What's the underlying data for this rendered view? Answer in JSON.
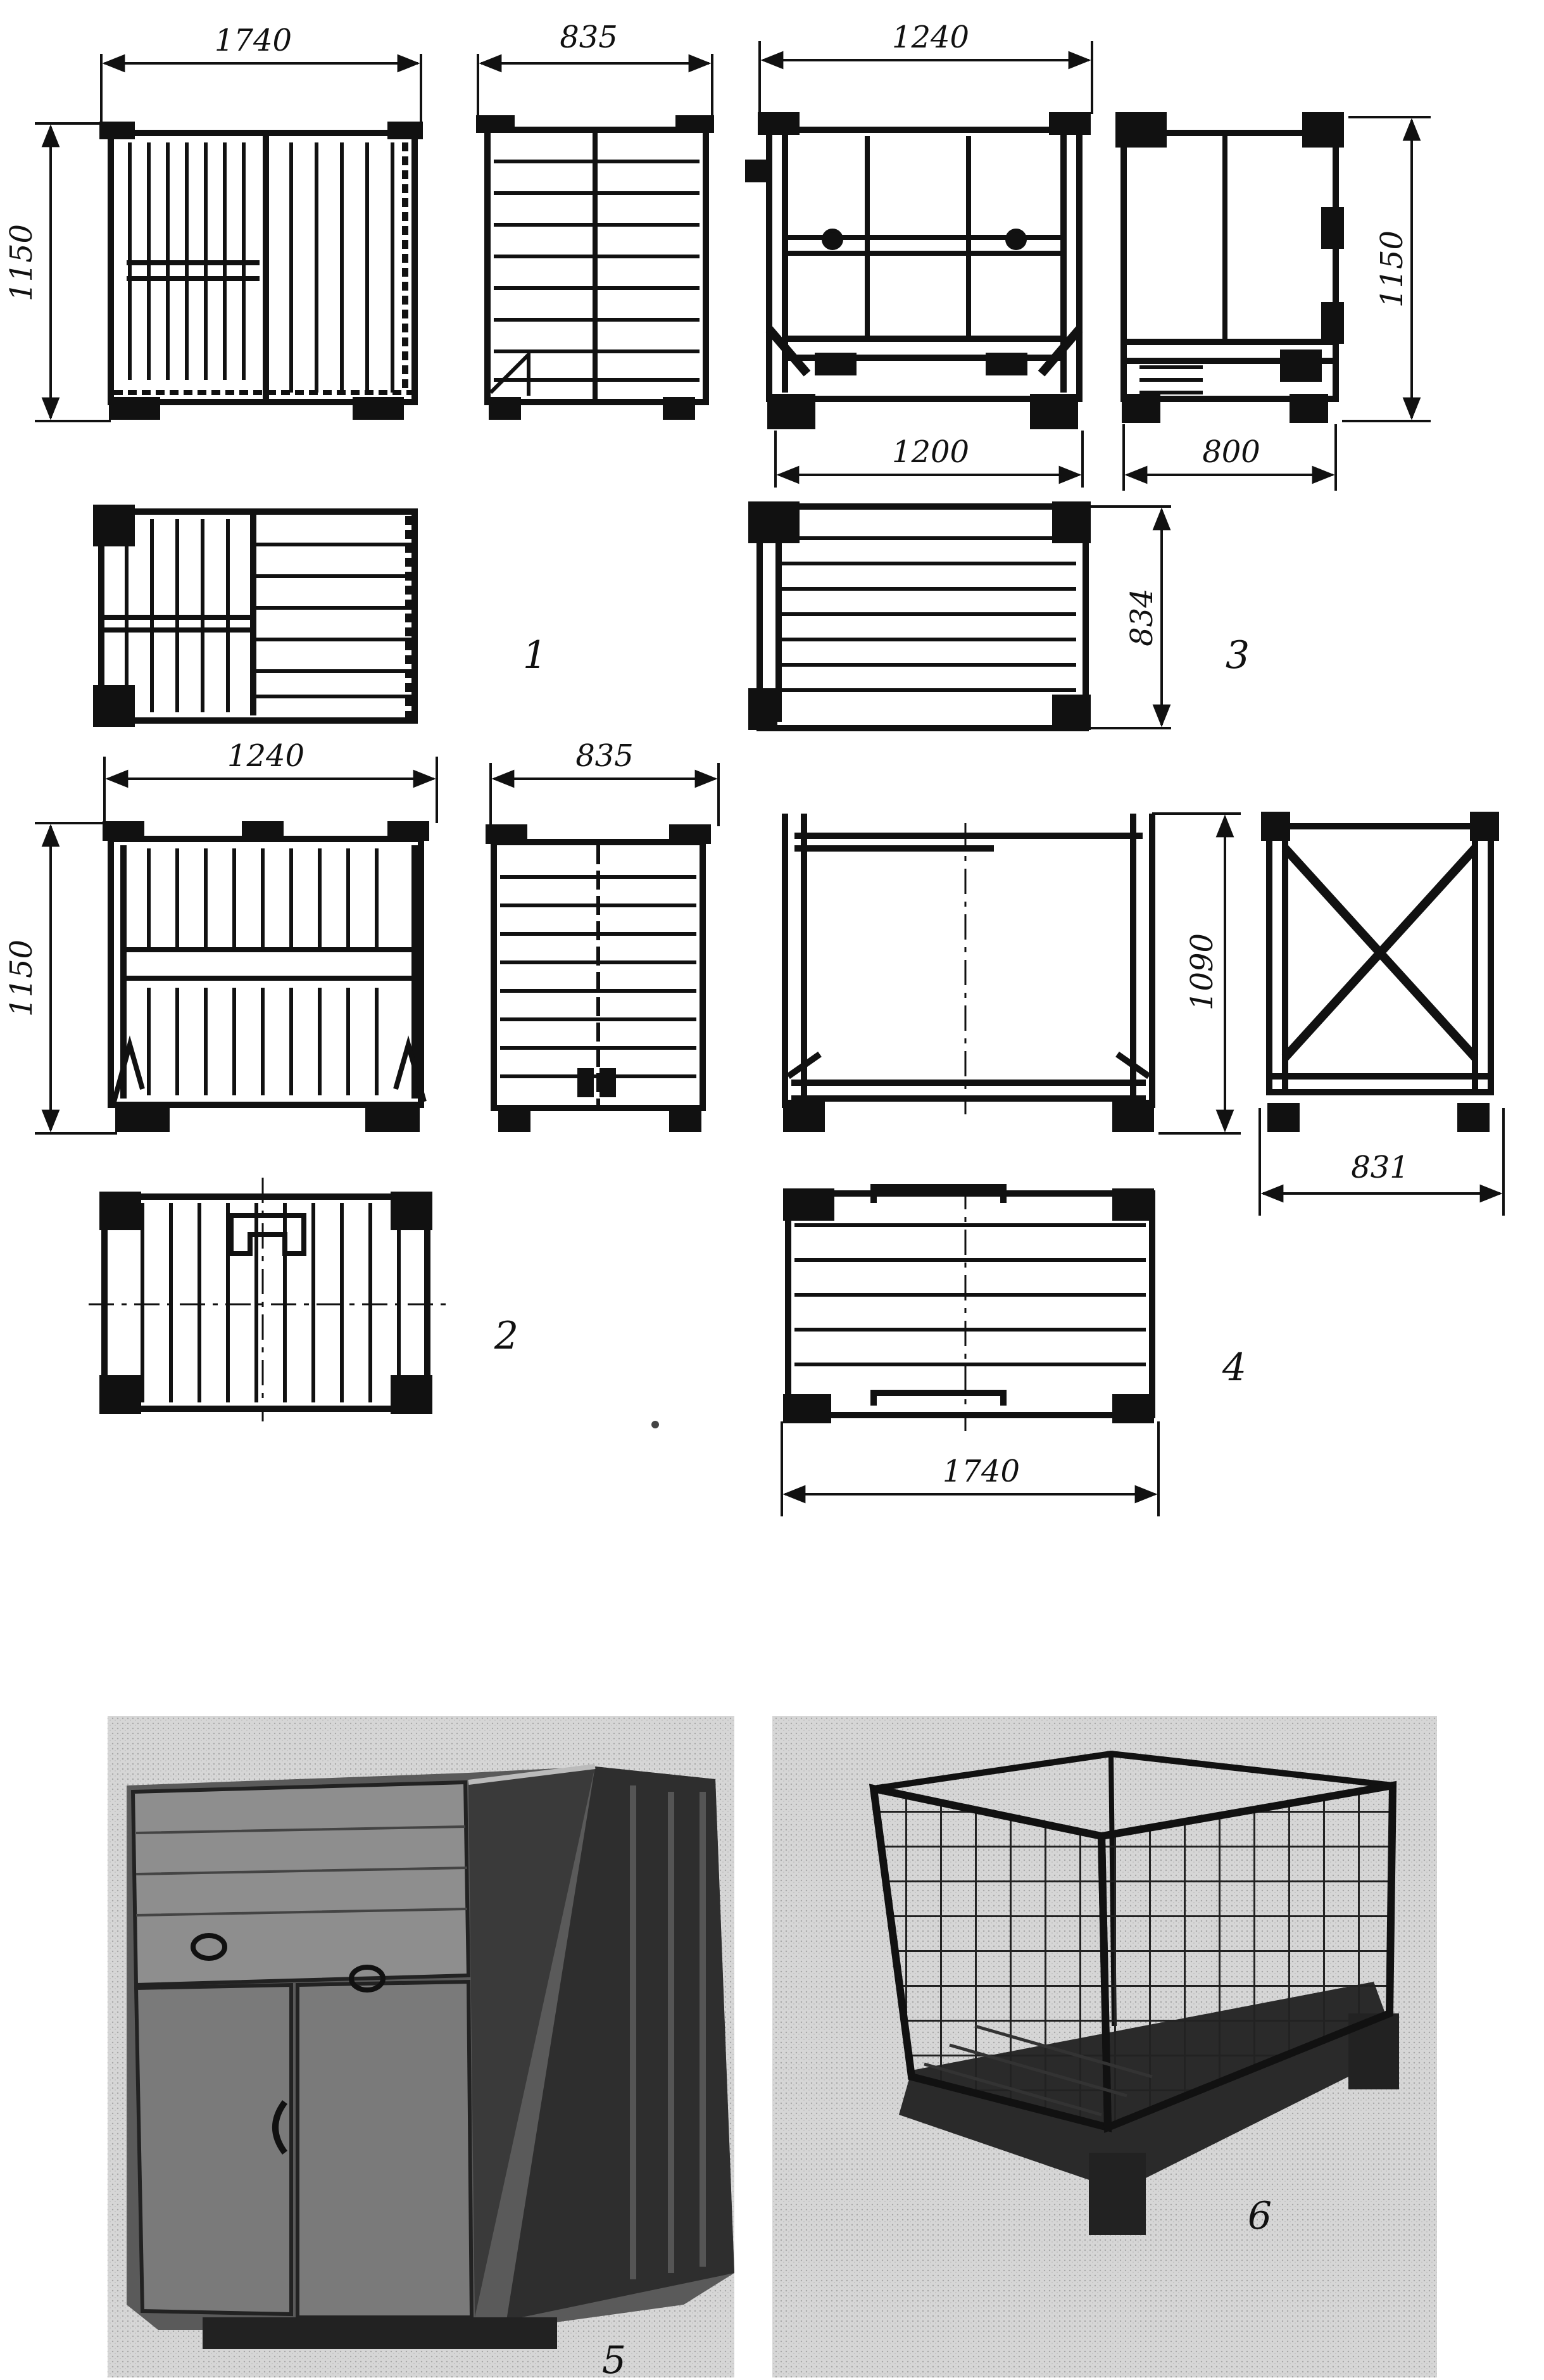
{
  "plate": {
    "ink": "#111111",
    "paper": "#ffffff",
    "photo_tone": "#d8d8d8",
    "figures": [
      {
        "number": "1",
        "dims": {
          "top_left": "1740",
          "top_mid": "835",
          "left": "1150"
        }
      },
      {
        "number": "2",
        "dims": {
          "top_left": "1240",
          "top_mid": "835",
          "left": "1150"
        }
      },
      {
        "number": "3",
        "dims": {
          "top": "1240",
          "bottom": "1200",
          "right": "1150",
          "bottom_right": "800",
          "plan_right": "834"
        }
      },
      {
        "number": "4",
        "dims": {
          "right_mid": "1090",
          "right_bottom": "831",
          "bottom": "1740"
        }
      },
      {
        "number": "5"
      },
      {
        "number": "6"
      }
    ]
  }
}
